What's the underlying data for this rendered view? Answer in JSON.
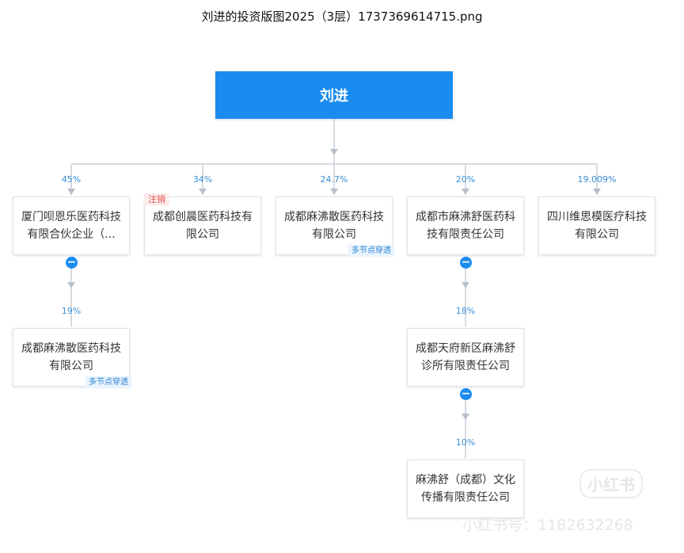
{
  "file_title": "刘进的投资版图2025（3层）1737369614715.png",
  "root": {
    "name": "刘进"
  },
  "level1": [
    {
      "name": "厦门呗恩乐医药科技有限合伙企业（...",
      "percent": "45%"
    },
    {
      "name": "成都创晨医药科技有限公司",
      "percent": "34%",
      "tag": "注销"
    },
    {
      "name": "成都麻沸散医药科技有限公司",
      "percent": "24.7%",
      "tag": "多节点穿透"
    },
    {
      "name": "成都市麻沸舒医药科技有限责任公司",
      "percent": "20%"
    },
    {
      "name": "四川维思模医疗科技有限公司",
      "percent": "19.009%"
    }
  ],
  "level2": [
    {
      "name": "成都麻沸散医药科技有限公司",
      "percent": "19%",
      "tag": "多节点穿透"
    },
    {
      "name": "成都天府新区麻沸舒诊所有限责任公司",
      "percent": "18%"
    }
  ],
  "level3": [
    {
      "name": "麻沸舒（成都）文化传播有限责任公司",
      "percent": "10%"
    }
  ],
  "collapse_symbol": "−",
  "watermark": {
    "logo": "小红书",
    "id": "小红书号：1182632268"
  }
}
